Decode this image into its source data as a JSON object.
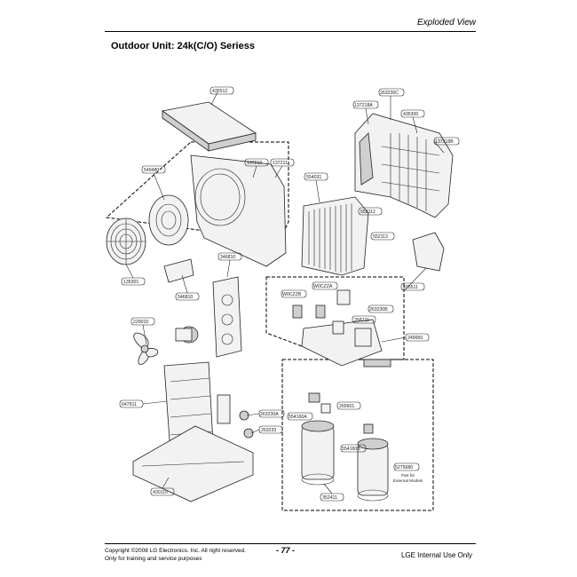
{
  "header": {
    "title": "Exploded View"
  },
  "section_title": "Outdoor Unit: 24k(C/O) Seriess",
  "part_labels": {
    "p435512": "435512",
    "p263230c": "263230C",
    "p137218a": "137218A",
    "p435300": "435300",
    "p137218b": "137218B",
    "p137210": "137210",
    "p137211": "137211",
    "p549480": "549480",
    "p554031": "554031",
    "p552112": "552112",
    "p552113": "552113",
    "p435511": "435511",
    "p135301": "135301",
    "p346810": "346810",
    "p546810": "546810",
    "w0cz2b": "W0CZZB",
    "w0cz2a": "W0CZZA",
    "p268711": "268711",
    "p263230b": "263230B",
    "p249950": "249950",
    "p229010": "229010",
    "p647911": "647911",
    "p265601": "265601",
    "p263230a": "263230A",
    "p263233": "263233",
    "p554160a": "554160A",
    "p554160b": "554160B",
    "p5275680": "5275680",
    "p430110": "430110",
    "p352411": "352411",
    "part_note": "Part for\nExternal Models"
  },
  "footer": {
    "copyright_line1": "Copyright ©2008 LG Electronics. Inc. All right reserved.",
    "copyright_line2": "Only for training and service purposes",
    "page_number": "- 77 -",
    "internal_use": "LGE Internal Use Only"
  }
}
